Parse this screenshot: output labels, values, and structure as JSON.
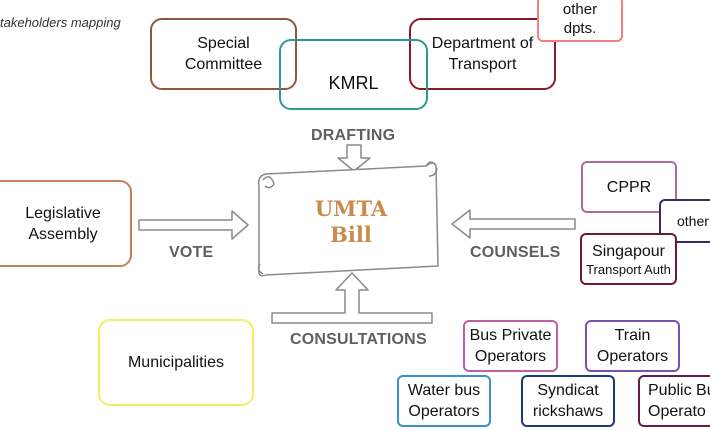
{
  "caption": "takeholders mapping",
  "center": {
    "title_line1": "UMTA",
    "title_line2": "Bill"
  },
  "labels": {
    "drafting": "DRAFTING",
    "vote": "VOTE",
    "counsels": "COUNSELS",
    "consultations": "CONSULTATIONS"
  },
  "boxes": {
    "special_committee": {
      "line1": "Special",
      "line2": "Committee",
      "color": "#8b5a3c"
    },
    "kmrl": {
      "line1": "KMRL",
      "color": "#2a9d8f"
    },
    "dept_transport": {
      "line1": "Department of",
      "line2": "Transport",
      "color": "#8b1a2a"
    },
    "other_dpts": {
      "line1": "other",
      "line2": "dpts.",
      "color": "#f08080"
    },
    "legislative_assembly": {
      "line1": "Legislative",
      "line2": "Assembly",
      "color": "#c8805a"
    },
    "cppr": {
      "line1": "CPPR",
      "color": "#b06a9a"
    },
    "other_right": {
      "line1": "other",
      "color": "#3a2a6a"
    },
    "singapour": {
      "line1": "Singapour",
      "line2": "Transport Auth",
      "color": "#6a1a3a"
    },
    "municipalities": {
      "line1": "Municipalities",
      "color": "#f0f060"
    },
    "bus_private": {
      "line1": "Bus Private",
      "line2": "Operators",
      "color": "#c060a0"
    },
    "train_operators": {
      "line1": "Train",
      "line2": "Operators",
      "color": "#7a50b0"
    },
    "water_bus": {
      "line1": "Water bus",
      "line2": "Operators",
      "color": "#3a90d0"
    },
    "syndicat": {
      "line1": "Syndicat",
      "line2": "rickshaws",
      "color": "#1a3a7a"
    },
    "public_bus": {
      "line1": "Public Bu",
      "line2": "Operato",
      "color": "#6a1a4a"
    }
  }
}
